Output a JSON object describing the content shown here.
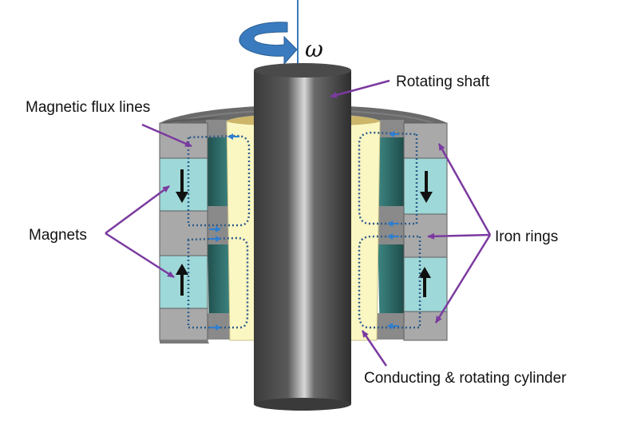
{
  "labels": {
    "omega": "ω",
    "rotating_shaft": "Rotating shaft",
    "magnetic_flux_lines": "Magnetic flux lines",
    "magnets": "Magnets",
    "iron_rings": "Iron rings",
    "conducting_cylinder": "Conducting & rotating cylinder"
  },
  "colors": {
    "iron": "#a9a9a9",
    "iron_dark": "#6f6f6f",
    "magnet": "#9ed8d8",
    "magnet_inner": "#2f6f6c",
    "cylinder": "#fbf7c3",
    "cylinder_top": "#cdb56a",
    "shaft": "#4d4d4d",
    "flux": "#2e5c8a",
    "arrow": "#7b3aa0",
    "rotation_arrow": "#3a7bbf"
  },
  "icons": {
    "magnet_direction_left_top": "arrow-down-icon",
    "magnet_direction_left_bottom": "arrow-up-icon",
    "magnet_direction_right_top": "arrow-down-icon",
    "magnet_direction_right_bottom": "arrow-up-icon"
  }
}
